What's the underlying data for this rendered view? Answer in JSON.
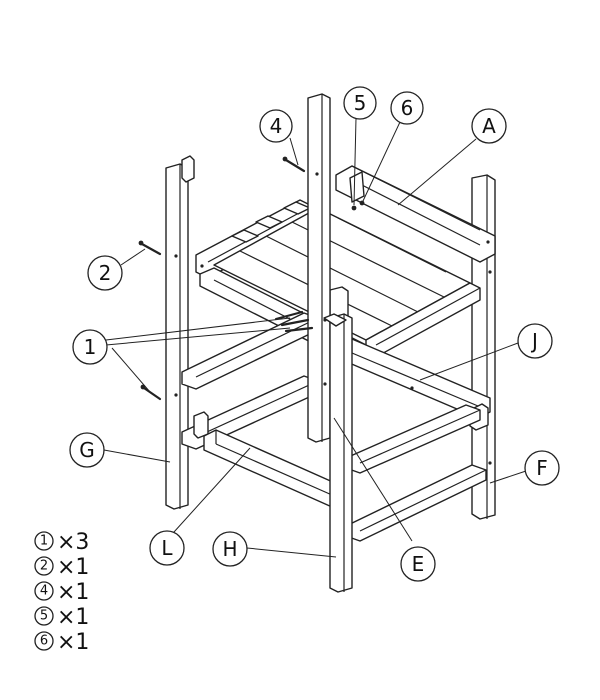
{
  "callouts": {
    "one": "1",
    "two": "2",
    "four": "4",
    "five": "5",
    "six": "6",
    "A": "A",
    "E": "E",
    "F": "F",
    "G": "G",
    "H": "H",
    "J": "J",
    "L": "L"
  },
  "parts_list": [
    {
      "num": "1",
      "qty": "×3"
    },
    {
      "num": "2",
      "qty": "×1"
    },
    {
      "num": "4",
      "qty": "×1"
    },
    {
      "num": "5",
      "qty": "×1"
    },
    {
      "num": "6",
      "qty": "×1"
    }
  ],
  "colors": {
    "line": "#222222",
    "fill": "#ffffff"
  }
}
